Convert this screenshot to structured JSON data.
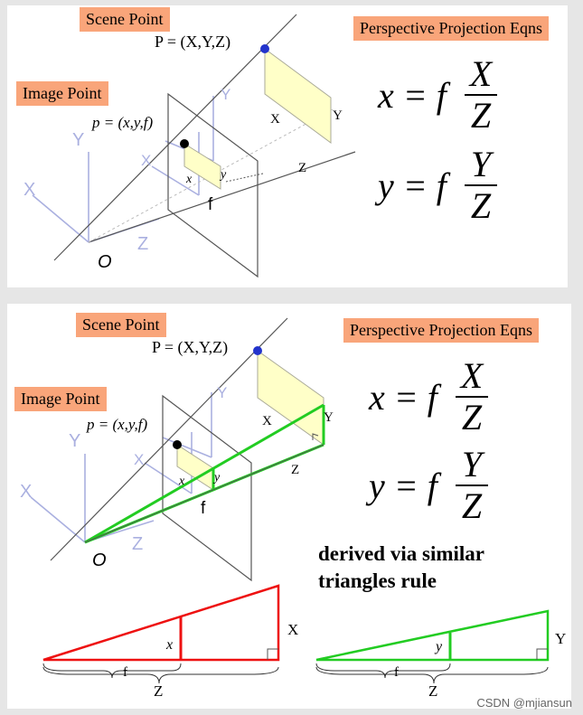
{
  "top_panel": {
    "scene_point_tag": "Scene Point",
    "image_point_tag": "Image Point",
    "projection_tag": "Perspective Projection Eqns",
    "scene_point_label": "P = (X,Y,Z)",
    "image_point_label": "p = (x,y,f)",
    "origin_label": "O",
    "focal_label": "f",
    "scene_x_label": "X",
    "scene_y_label": "Y",
    "scene_z_label": "Z",
    "image_x_label": "x",
    "image_y_label": "y",
    "axis_x_label": "X",
    "axis_y_label": "Y",
    "axis_z_label": "Z",
    "axis_x_small": "X",
    "axis_y_small": "Y",
    "eqn_x_lhs": "x = f",
    "eqn_x_num": "X",
    "eqn_x_den": "Z",
    "eqn_y_lhs": "y = f",
    "eqn_y_num": "Y",
    "eqn_y_den": "Z"
  },
  "bottom_panel": {
    "scene_point_tag": "Scene Point",
    "image_point_tag": "Image Point",
    "projection_tag": "Perspective Projection Eqns",
    "scene_point_label": "P = (X,Y,Z)",
    "image_point_label": "p = (x,y,f)",
    "origin_label": "O",
    "focal_label": "f",
    "scene_x_label": "X",
    "scene_y_label": "Y",
    "scene_z_label": "Z",
    "image_x_label": "x",
    "image_y_label": "y",
    "axis_x_label": "X",
    "axis_y_label": "Y",
    "axis_z_label": "Z",
    "axis_x_small": "X",
    "axis_y_small": "Y",
    "eqn_x_lhs": "x = f",
    "eqn_x_num": "X",
    "eqn_x_den": "Z",
    "eqn_y_lhs": "y = f",
    "eqn_y_num": "Y",
    "eqn_y_den": "Z",
    "note_line1": "derived via similar",
    "note_line2": "triangles rule",
    "red_triangle": {
      "inner_label": "x",
      "outer_label": "X",
      "f_label": "f",
      "z_label": "Z"
    },
    "green_triangle": {
      "inner_label": "y",
      "outer_label": "Y",
      "f_label": "f",
      "z_label": "Z"
    }
  },
  "watermark": "CSDN @mjiansun",
  "colors": {
    "tag_bg": "#f9a57a",
    "plane_fill": "#ffffc8",
    "point": "#2233cc",
    "axis_light": "#aab0e0",
    "green": "#22cc22",
    "red": "#ee1111"
  }
}
